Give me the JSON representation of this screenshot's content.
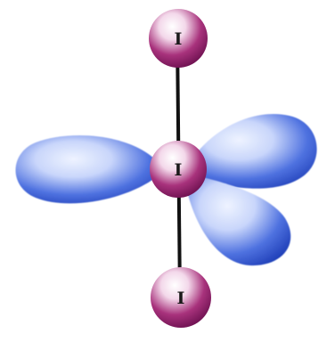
{
  "molecule": {
    "atoms": [
      {
        "id": "top",
        "label": "I"
      },
      {
        "id": "center",
        "label": "I"
      },
      {
        "id": "bottom",
        "label": "I"
      }
    ]
  },
  "colors": {
    "lobe_dark": "#1f3fb8",
    "lobe_mid": "#4f72e0",
    "lobe_light": "#eef3ff",
    "atom_dark": "#6a0f4e",
    "atom_mid": "#a8327c",
    "atom_light": "#ffffff",
    "bond": "#111111",
    "label": "#1a1a1a"
  }
}
